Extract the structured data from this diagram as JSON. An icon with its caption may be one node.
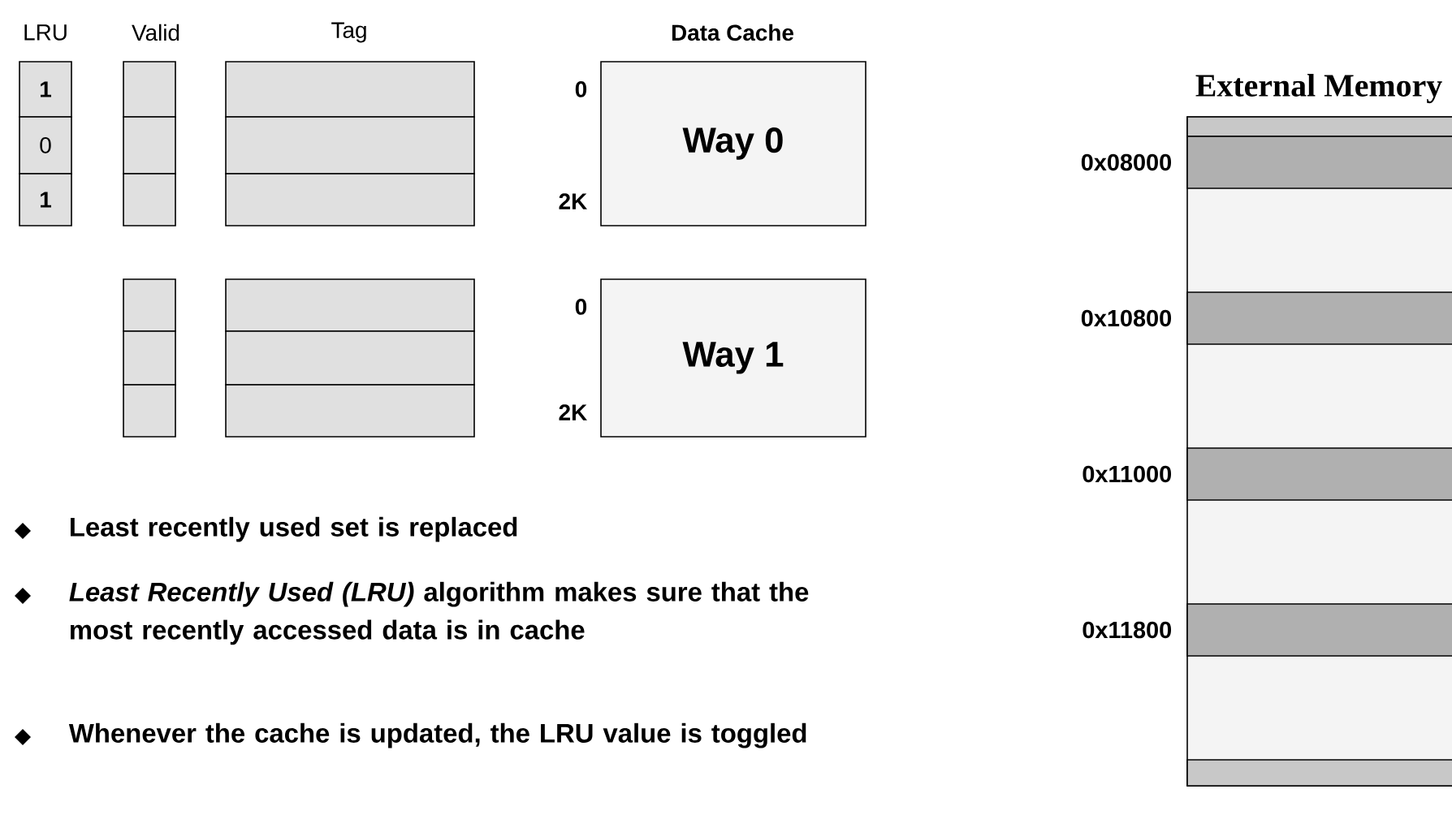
{
  "diagram": {
    "nodes": [
      {
        "text": [
          "1"
        ]
      },
      {
        "text": [
          "0"
        ]
      },
      {
        "text": [
          "1"
        ]
      },
      {
        "text": [],
        "shape": "box"
      },
      {
        "text": [],
        "shape": "box"
      },
      {
        "text": [],
        "shape": "box"
      },
      {
        "text": [],
        "shape": "box"
      },
      {
        "text": [],
        "shape": "box"
      },
      {
        "text": [],
        "shape": "box"
      },
      {
        "text": [
          "Way 0"
        ],
        "beside": [
          "0",
          "2K"
        ]
      },
      {
        "text": [],
        "shape": "box"
      },
      {
        "text": [],
        "shape": "box"
      },
      {
        "text": [],
        "shape": "box"
      },
      {
        "text": [],
        "shape": "box"
      },
      {
        "text": [],
        "shape": "box"
      },
      {
        "text": [],
        "shape": "box"
      },
      {
        "text": [
          "Way 1"
        ],
        "beside": [
          "0",
          "2K"
        ]
      },
      {
        "text": [
          "External Memory"
        ]
      }
    ],
    "edges": [],
    "labels": [
      "LRU",
      "Valid",
      "Tag",
      "Data Cache",
      "0x08000",
      "0x10800",
      "0x11000",
      "0x11800",
      "Least recently used set is replaced",
      "*Least Recently Used (LRU)* algorithm makes sure that the most recently accessed data is in cache",
      "Whenever the cache is updated, the LRU value is toggled"
    ]
  }
}
